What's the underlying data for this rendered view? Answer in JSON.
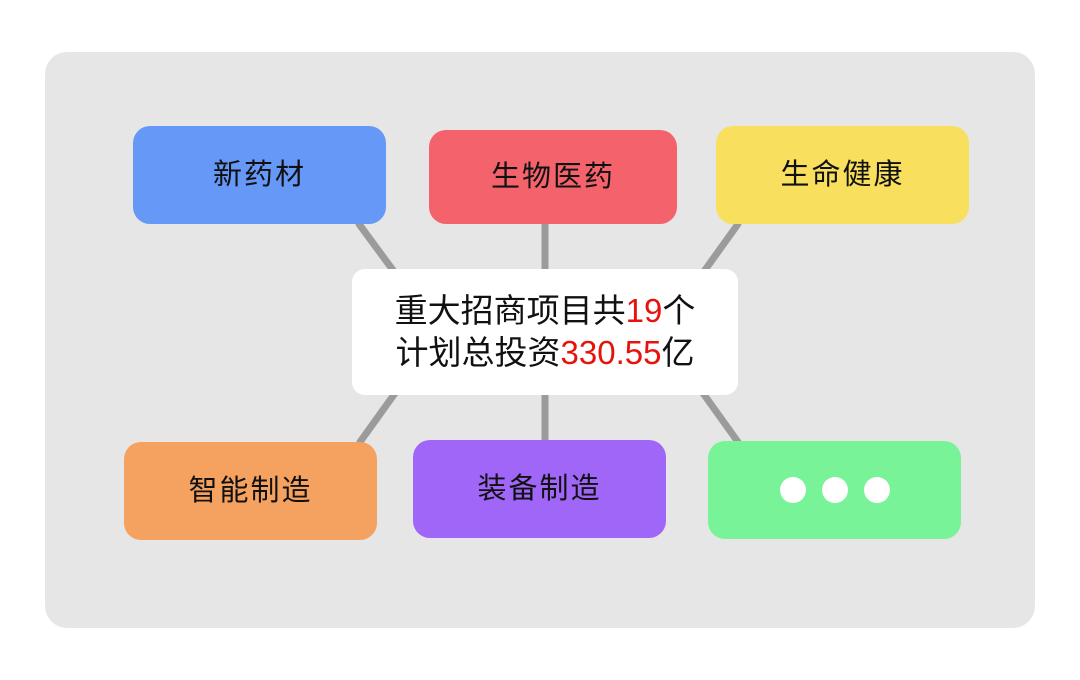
{
  "panel": {
    "background_color": "#e6e6e6",
    "connector_color": "#9b9b9b"
  },
  "center_card": {
    "background_color": "#ffffff",
    "highlight_color": "#e8120c",
    "line1_prefix": "重大招商项目共",
    "line1_value": "19",
    "line1_suffix": "个",
    "line2_prefix": "计划总投资",
    "line2_value": "330.55",
    "line2_suffix": "亿"
  },
  "nodes": [
    {
      "id": "new-medicinal",
      "label": "新药材",
      "color": "#6699f7",
      "text_color": "#111111"
    },
    {
      "id": "biopharma",
      "label": "生物医药",
      "color": "#f4626c",
      "text_color": "#111111"
    },
    {
      "id": "life-health",
      "label": "生命健康",
      "color": "#f8e05e",
      "text_color": "#111111"
    },
    {
      "id": "smart-manufacturing",
      "label": "智能制造",
      "color": "#f5a261",
      "text_color": "#111111"
    },
    {
      "id": "equipment-manufacturing",
      "label": "装备制造",
      "color": "#a066f8",
      "text_color": "#111111"
    },
    {
      "id": "more",
      "label": "",
      "icon": "ellipsis-icon",
      "color": "#79f397",
      "text_color": "#ffffff"
    }
  ]
}
